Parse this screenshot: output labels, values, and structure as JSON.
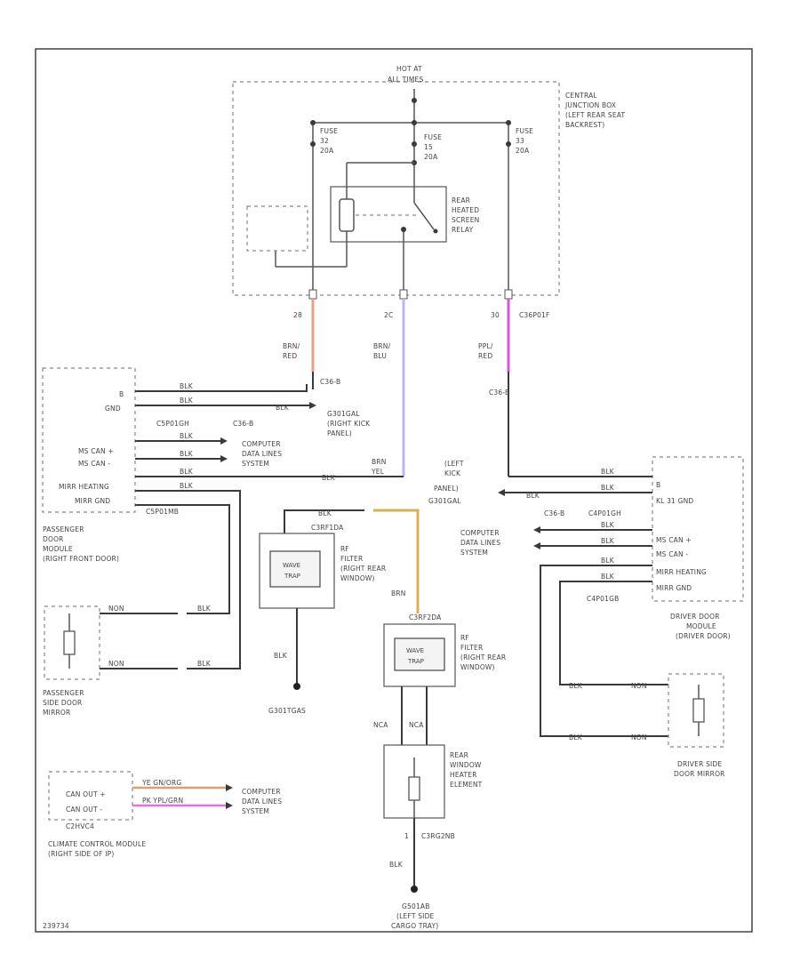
{
  "colors": {
    "wire": "#3a3a3a",
    "brn_red": "#e8a080",
    "brn_blu": "#b8b8e8",
    "ppl_red": "#e050d8",
    "brn_yel": "#d8b050",
    "ground": "#222222"
  },
  "junction_box": {
    "hot_at": "HOT AT",
    "hot_at_2": "ALL TIMES",
    "title_1": "CENTRAL",
    "title_2": "JUNCTION BOX",
    "title_3": "(LEFT REAR SEAT",
    "title_4": "BACKREST)",
    "fuse_left_1": "FUSE",
    "fuse_left_2": "32",
    "fuse_left_3": "20A",
    "fuse_mid_1": "FUSE",
    "fuse_mid_2": "15",
    "fuse_mid_3": "20A",
    "fuse_right_1": "FUSE",
    "fuse_right_2": "33",
    "fuse_right_3": "20A",
    "relay_1": "REAR",
    "relay_2": "HEATED",
    "relay_3": "SCREEN",
    "relay_4": "RELAY"
  },
  "wires_top": {
    "pin_left": "28",
    "pin_mid": "2C",
    "pin_right": "30",
    "conn_right": "C36P01F",
    "left_color_1": "BRN/",
    "left_color_2": "RED",
    "mid_color_1": "BRN/",
    "mid_color_2": "BLU",
    "right_color_1": "PPL/",
    "right_color_2": "RED",
    "c36b_left": "C36-B",
    "c36b_right": "C36-B"
  },
  "passenger_module": {
    "pin_b": "B",
    "pin_gnd": "GND",
    "ms_can_plus": "MS CAN +",
    "ms_can_minus": "MS CAN -",
    "mirr_heating": "MIRR HEATING",
    "mirr_gnd": "MIRR GND",
    "conn_top": "C5P01GH",
    "conn_bottom": "C5P01MB",
    "c36b": "C36-B",
    "blk": "BLK",
    "ground_1": "G301GAL",
    "ground_2": "(RIGHT KICK",
    "ground_3": "PANEL)",
    "title_1": "PASSENGER",
    "title_2": "DOOR",
    "title_3": "MODULE",
    "title_4": "(RIGHT FRONT DOOR)",
    "data_1": "COMPUTER",
    "data_2": "DATA LINES",
    "data_3": "SYSTEM",
    "brn": "BRN",
    "yel": "YEL"
  },
  "passenger_mirror": {
    "title_1": "PASSENGER",
    "title_2": "SIDE DOOR",
    "title_3": "MIRROR",
    "wire_a": "NON",
    "wire_b": "BLK",
    "wire_c": "NON",
    "wire_d": "BLK"
  },
  "rf_filter_left": {
    "conn": "C3RF1DA",
    "wave": "WAVE",
    "trap": "TRAP",
    "title_1": "RF",
    "title_2": "FILTER",
    "title_3": "(RIGHT REAR",
    "title_4": "WINDOW)",
    "blk": "BLK",
    "ground": "G301TGAS",
    "blk_wire": "BLK"
  },
  "rf_filter_right": {
    "conn": "C3RF2DA",
    "wave": "WAVE",
    "trap": "TRAP",
    "title_1": "RF",
    "title_2": "FILTER",
    "title_3": "(RIGHT REAR",
    "title_4": "WINDOW)",
    "brn": "BRN",
    "nca_1": "NCA",
    "nca_2": "NCA"
  },
  "heater_element": {
    "title_1": "REAR",
    "title_2": "WINDOW",
    "title_3": "HEATER",
    "title_4": "ELEMENT",
    "pin": "1",
    "conn": "C3RG2NB",
    "blk": "BLK",
    "ground_1": "G501AB",
    "ground_2": "(LEFT SIDE",
    "ground_3": "CARGO TRAY)"
  },
  "driver_module": {
    "left_kick_1": "(LEFT",
    "left_kick_2": "KICK",
    "left_kick_3": "PANEL)",
    "ground": "G301GAL",
    "pin_b": "B",
    "kl31": "KL 31 GND",
    "c36b": "C36-B",
    "conn_top": "C4P01GH",
    "ms_can_plus": "MS CAN +",
    "ms_can_minus": "MS CAN -",
    "mirr_heating": "MIRR HEATING",
    "mirr_gnd": "MIRR GND",
    "conn_bottom": "C4P01GB",
    "data_1": "COMPUTER",
    "data_2": "DATA LINES",
    "data_3": "SYSTEM",
    "title_1": "DRIVER DOOR",
    "title_2": "MODULE",
    "title_3": "(DRIVER DOOR)",
    "blk": "BLK"
  },
  "driver_mirror": {
    "title_1": "DRIVER SIDE",
    "title_2": "DOOR MIRROR",
    "wire_a": "BLK",
    "wire_b": "NON",
    "wire_c": "BLK",
    "wire_d": "NON"
  },
  "climate_module": {
    "can_out_plus": "CAN OUT +",
    "can_out_minus": "CAN OUT -",
    "conn": "C2HVC4",
    "wire_1": "YE   GN/ORG",
    "wire_2": "PK   YPL/GRN",
    "data_1": "COMPUTER",
    "data_2": "DATA LINES",
    "data_3": "SYSTEM",
    "title_1": "CLIMATE CONTROL MODULE",
    "title_2": "(RIGHT SIDE OF IP)"
  },
  "footer_id": "239734"
}
